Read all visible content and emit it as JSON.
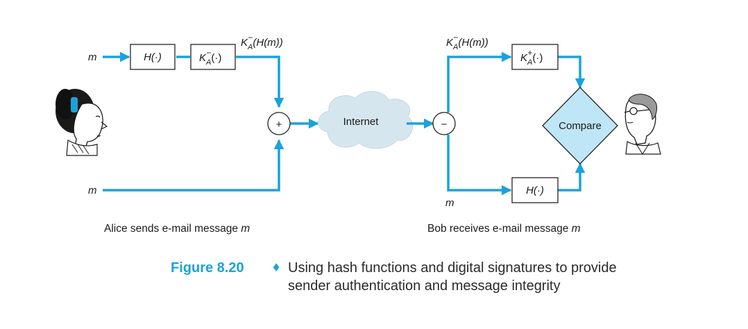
{
  "diagram": {
    "alice": {
      "input_m_top": "m",
      "input_m_bottom": "m",
      "hash_box": "H(·)",
      "sign_box": {
        "k": "K",
        "sub": "A",
        "sup": "−",
        "rest": "(·)"
      },
      "signed_label": {
        "k": "K",
        "sub": "A",
        "sup": "−",
        "rest": "(H(m))"
      },
      "plus_symbol": "+",
      "caption_prefix": "Alice sends e-mail message ",
      "caption_var": "m"
    },
    "network": {
      "label": "Internet"
    },
    "bob": {
      "minus_symbol": "−",
      "signed_label": {
        "k": "K",
        "sub": "A",
        "sup": "−",
        "rest": "(H(m))"
      },
      "verify_box": {
        "k": "K",
        "sub": "A",
        "sup": "+",
        "rest": "(·)"
      },
      "m_label": "m",
      "hash_box": "H(·)",
      "compare_label": "Compare",
      "caption_prefix": "Bob receives e-mail message ",
      "caption_var": "m"
    }
  },
  "figure": {
    "number": "Figure 8.20",
    "bullet": "♦",
    "caption_line1": "Using hash functions and digital signatures to provide",
    "caption_line2": "sender authentication and message integrity"
  },
  "colors": {
    "flow": "#1aa2dc",
    "cloud": "#d6e6ef",
    "compare_fill": "#bfe6f7",
    "box_border": "#222222"
  }
}
